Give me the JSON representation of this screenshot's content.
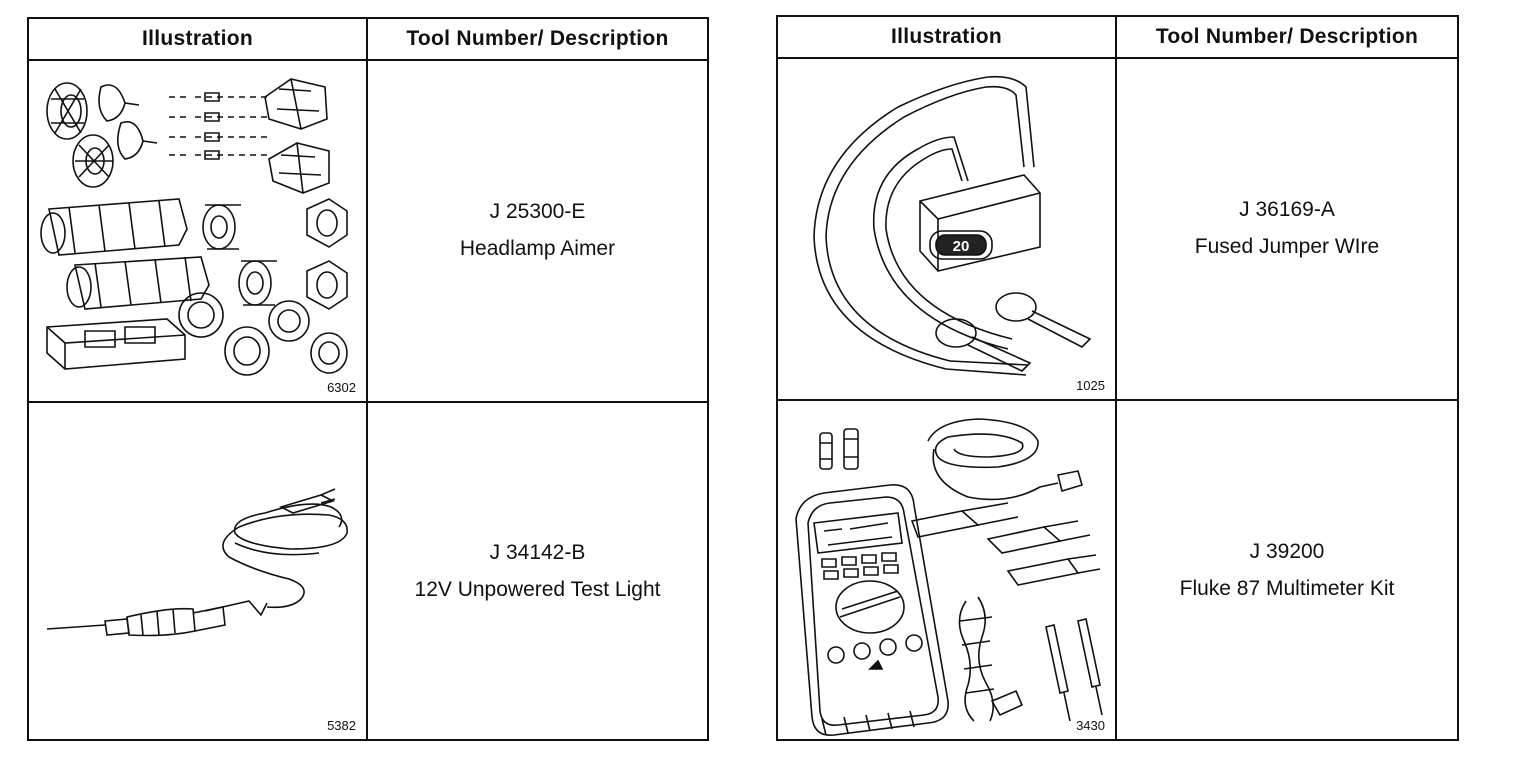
{
  "header": {
    "illustration": "Illustration",
    "tool_desc": "Tool Number/ Description"
  },
  "tools": [
    {
      "number": "J 25300-E",
      "description": "Headlamp Aimer",
      "figure": "6302"
    },
    {
      "number": "J 34142-B",
      "description": "12V Unpowered Test Light",
      "figure": "5382"
    },
    {
      "number": "J 36169-A",
      "description": "Fused Jumper WIre",
      "figure": "1025",
      "fuse_label": "20"
    },
    {
      "number": "J 39200",
      "description": "Fluke 87 Multimeter Kit",
      "figure": "3430"
    }
  ]
}
